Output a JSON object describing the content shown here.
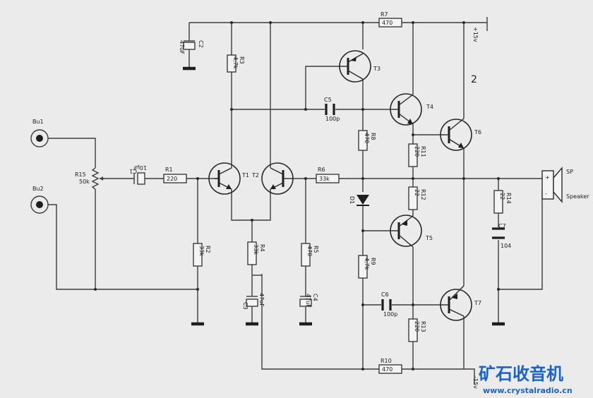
{
  "sheet_number": "2",
  "supply": {
    "pos": "+15v",
    "neg": "-15v"
  },
  "inputs": [
    "Bu1",
    "Bu2"
  ],
  "pot": {
    "ref": "R15",
    "value": "50k"
  },
  "resistors": {
    "R1": "220",
    "R2": "33k",
    "R3": "4,7k",
    "R4": "33k",
    "R5": "470",
    "R6": "33k",
    "R7": "470",
    "R8": "470",
    "R9": "4,7k",
    "R10": "470",
    "R11": "220",
    "R12": "22",
    "R13": "220",
    "R14": "22"
  },
  "capacitors": {
    "C1": "10µF",
    "C2": "47uF",
    "C3": "47uF",
    "C4": "47uF",
    "C5": "100p",
    "C6": "100p",
    "C7": "104"
  },
  "transistors": [
    "T1",
    "T2",
    "T3",
    "T4",
    "T5",
    "T6",
    "T7"
  ],
  "diode": "D1",
  "speaker": {
    "ref": "SP",
    "label": "Speaker",
    "plus": "+",
    "minus": "-"
  },
  "watermark": {
    "title": "矿石收音机",
    "url": "www.crystalradio.cn"
  }
}
